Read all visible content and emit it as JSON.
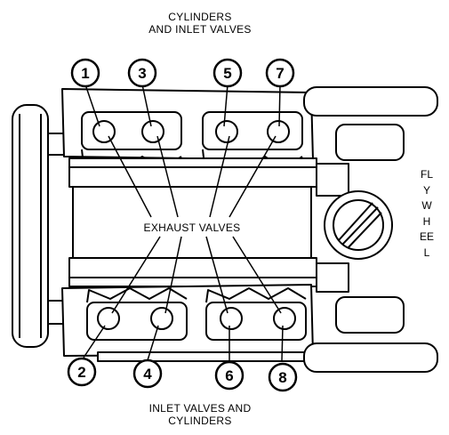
{
  "labels": {
    "top_line1": "CYLINDERS",
    "top_line2": "AND INLET VALVES",
    "exhaust": "EXHAUST VALVES",
    "bottom_line1": "INLET VALVES AND",
    "bottom_line2": "CYLINDERS",
    "flywheel": "FLYWHEEL"
  },
  "cylinders": [
    {
      "number": "1"
    },
    {
      "number": "3"
    },
    {
      "number": "5"
    },
    {
      "number": "7"
    },
    {
      "number": "2"
    },
    {
      "number": "4"
    },
    {
      "number": "6"
    },
    {
      "number": "8"
    }
  ]
}
